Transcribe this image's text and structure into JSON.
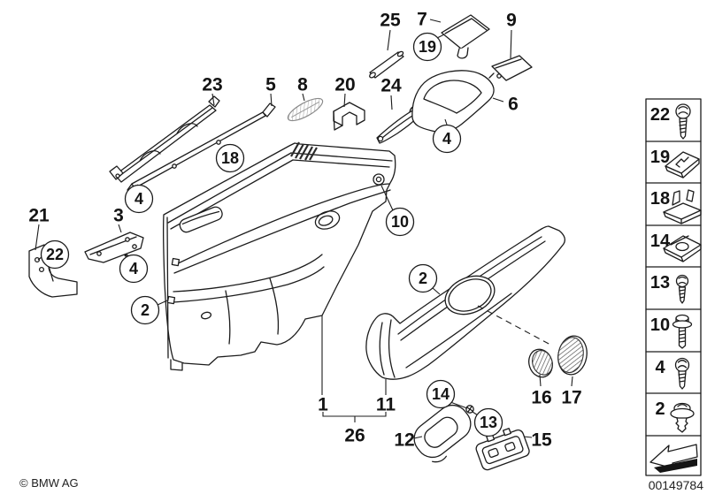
{
  "canvas": {
    "background": "#ffffff",
    "line_color": "#1c1c1c",
    "hatch_gray": "#9a9a9a",
    "hatch_dark": "#555555"
  },
  "footer": {
    "copyright": "© BMW AG",
    "doc_number": "00149784"
  },
  "callouts": {
    "plain": [
      {
        "id": "25",
        "text": "25"
      },
      {
        "id": "7",
        "text": "7"
      },
      {
        "id": "9",
        "text": "9"
      },
      {
        "id": "23",
        "text": "23"
      },
      {
        "id": "5",
        "text": "5"
      },
      {
        "id": "8",
        "text": "8"
      },
      {
        "id": "20",
        "text": "20"
      },
      {
        "id": "24",
        "text": "24"
      },
      {
        "id": "6",
        "text": "6"
      },
      {
        "id": "21",
        "text": "21"
      },
      {
        "id": "3",
        "text": "3"
      },
      {
        "id": "16",
        "text": "16"
      },
      {
        "id": "17",
        "text": "17"
      },
      {
        "id": "1",
        "text": "1"
      },
      {
        "id": "11",
        "text": "11"
      },
      {
        "id": "26",
        "text": "26"
      },
      {
        "id": "12",
        "text": "12"
      },
      {
        "id": "15",
        "text": "15"
      }
    ],
    "circled": [
      {
        "id": "19",
        "text": "19"
      },
      {
        "id": "18",
        "text": "18"
      },
      {
        "id": "4-rail",
        "text": "4"
      },
      {
        "id": "4-trim",
        "text": "4"
      },
      {
        "id": "22",
        "text": "22"
      },
      {
        "id": "4-bracket",
        "text": "4"
      },
      {
        "id": "2-door",
        "text": "2"
      },
      {
        "id": "10",
        "text": "10"
      },
      {
        "id": "2-quarter",
        "text": "2"
      },
      {
        "id": "14",
        "text": "14"
      },
      {
        "id": "13",
        "text": "13"
      }
    ]
  },
  "legend": {
    "items": [
      {
        "number": "22",
        "icon": "screw-icon"
      },
      {
        "number": "19",
        "icon": "sheet-clip-icon"
      },
      {
        "number": "18",
        "icon": "bracket-clip-icon"
      },
      {
        "number": "14",
        "icon": "speed-nut-icon"
      },
      {
        "number": "13",
        "icon": "small-screw-icon"
      },
      {
        "number": "10",
        "icon": "washer-screw-icon"
      },
      {
        "number": "4",
        "icon": "screw-icon"
      },
      {
        "number": "2",
        "icon": "expanding-rivet-icon"
      }
    ],
    "direction_arrow": "left-arrow"
  }
}
